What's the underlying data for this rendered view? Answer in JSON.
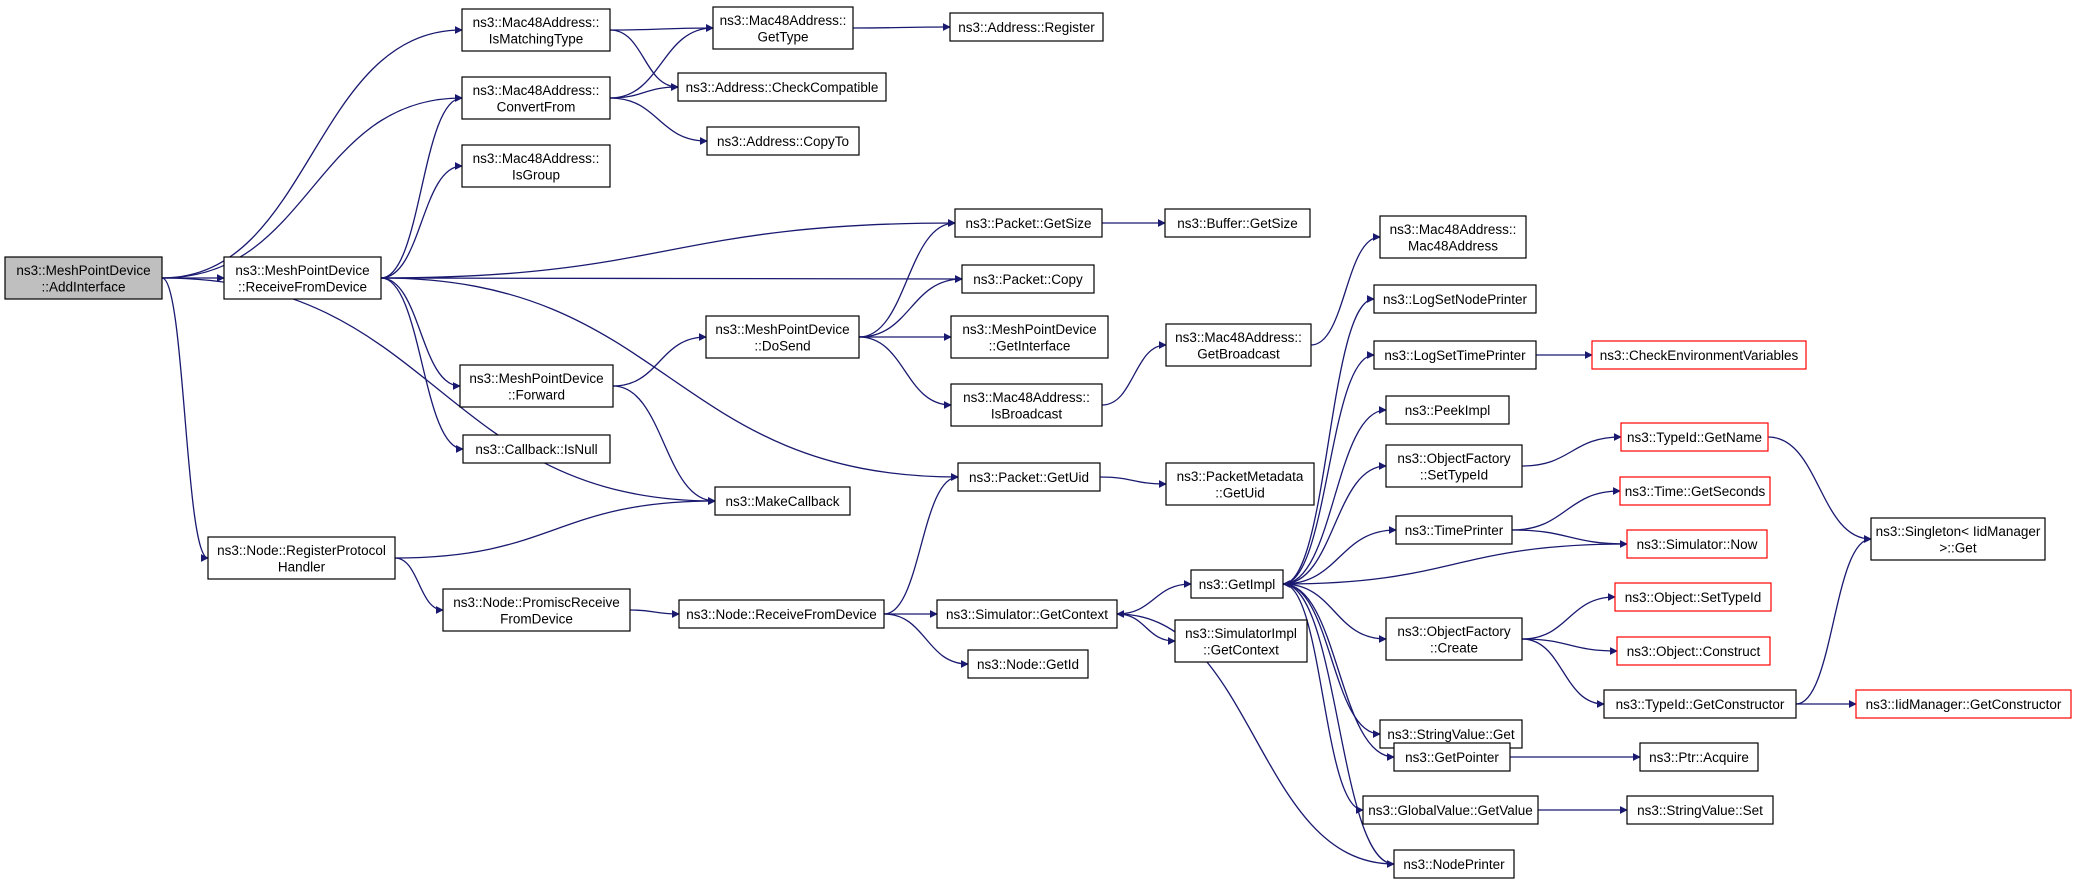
{
  "colors": {
    "edge": "#191970",
    "node_fill": "#ffffff",
    "root_fill": "#bfbfbf",
    "stroke": "#000000",
    "missing": "#ff0000"
  },
  "nodes": [
    {
      "id": "n0",
      "lines": [
        "ns3::MeshPointDevice",
        "::AddInterface"
      ],
      "style": "root"
    },
    {
      "id": "n1",
      "lines": [
        "ns3::Mac48Address::",
        "IsMatchingType"
      ]
    },
    {
      "id": "n2",
      "lines": [
        "ns3::Mac48Address::",
        "ConvertFrom"
      ]
    },
    {
      "id": "n3",
      "lines": [
        "ns3::Mac48Address::",
        "IsGroup"
      ]
    },
    {
      "id": "n4",
      "lines": [
        "ns3::MeshPointDevice",
        "::ReceiveFromDevice"
      ]
    },
    {
      "id": "n5",
      "lines": [
        "ns3::MakeCallback"
      ]
    },
    {
      "id": "n6",
      "lines": [
        "ns3::Node::RegisterProtocol",
        "Handler"
      ]
    },
    {
      "id": "n7",
      "lines": [
        "ns3::Mac48Address::",
        "GetType"
      ]
    },
    {
      "id": "n8",
      "lines": [
        "ns3::Address::CheckCompatible"
      ]
    },
    {
      "id": "n9",
      "lines": [
        "ns3::Address::Register"
      ]
    },
    {
      "id": "n10",
      "lines": [
        "ns3::Address::CopyTo"
      ]
    },
    {
      "id": "n11",
      "lines": [
        "ns3::Packet::GetSize"
      ]
    },
    {
      "id": "n12",
      "lines": [
        "ns3::Packet::Copy"
      ]
    },
    {
      "id": "n13",
      "lines": [
        "ns3::MeshPointDevice",
        "::Forward"
      ]
    },
    {
      "id": "n14",
      "lines": [
        "ns3::Callback::IsNull"
      ]
    },
    {
      "id": "n15",
      "lines": [
        "ns3::Packet::GetUid"
      ]
    },
    {
      "id": "n16",
      "lines": [
        "ns3::Buffer::GetSize"
      ]
    },
    {
      "id": "n17",
      "lines": [
        "ns3::MeshPointDevice",
        "::DoSend"
      ]
    },
    {
      "id": "n18",
      "lines": [
        "ns3::MeshPointDevice",
        "::GetInterface"
      ]
    },
    {
      "id": "n19",
      "lines": [
        "ns3::Mac48Address::",
        "IsBroadcast"
      ]
    },
    {
      "id": "n20",
      "lines": [
        "ns3::Mac48Address::",
        "GetBroadcast"
      ]
    },
    {
      "id": "n21",
      "lines": [
        "ns3::Mac48Address::",
        "Mac48Address"
      ]
    },
    {
      "id": "n22",
      "lines": [
        "ns3::PacketMetadata",
        "::GetUid"
      ]
    },
    {
      "id": "n23",
      "lines": [
        "ns3::Node::PromiscReceive",
        "FromDevice"
      ]
    },
    {
      "id": "n24",
      "lines": [
        "ns3::Node::ReceiveFromDevice"
      ]
    },
    {
      "id": "n25",
      "lines": [
        "ns3::Simulator::GetContext"
      ]
    },
    {
      "id": "n26",
      "lines": [
        "ns3::Node::GetId"
      ]
    },
    {
      "id": "n27",
      "lines": [
        "ns3::GetImpl"
      ]
    },
    {
      "id": "n28",
      "lines": [
        "ns3::SimulatorImpl",
        "::GetContext"
      ]
    },
    {
      "id": "n29",
      "lines": [
        "ns3::LogSetNodePrinter"
      ]
    },
    {
      "id": "n30",
      "lines": [
        "ns3::LogSetTimePrinter"
      ]
    },
    {
      "id": "n31",
      "lines": [
        "ns3::PeekImpl"
      ]
    },
    {
      "id": "n32",
      "lines": [
        "ns3::ObjectFactory",
        "::SetTypeId"
      ]
    },
    {
      "id": "n33",
      "lines": [
        "ns3::TimePrinter"
      ]
    },
    {
      "id": "n34",
      "lines": [
        "ns3::ObjectFactory",
        "::Create"
      ]
    },
    {
      "id": "n35",
      "lines": [
        "ns3::StringValue::Get"
      ]
    },
    {
      "id": "n36",
      "lines": [
        "ns3::GetPointer"
      ]
    },
    {
      "id": "n37",
      "lines": [
        "ns3::GlobalValue::GetValue"
      ]
    },
    {
      "id": "n38",
      "lines": [
        "ns3::NodePrinter"
      ]
    },
    {
      "id": "n39",
      "lines": [
        "ns3::CheckEnvironmentVariables"
      ],
      "style": "missing"
    },
    {
      "id": "n40",
      "lines": [
        "ns3::TypeId::GetName"
      ],
      "style": "missing"
    },
    {
      "id": "n41",
      "lines": [
        "ns3::Time::GetSeconds"
      ],
      "style": "missing"
    },
    {
      "id": "n42",
      "lines": [
        "ns3::Simulator::Now"
      ],
      "style": "missing"
    },
    {
      "id": "n43",
      "lines": [
        "ns3::Object::SetTypeId"
      ],
      "style": "missing"
    },
    {
      "id": "n44",
      "lines": [
        "ns3::Object::Construct"
      ],
      "style": "missing"
    },
    {
      "id": "n45",
      "lines": [
        "ns3::TypeId::GetConstructor"
      ]
    },
    {
      "id": "n46",
      "lines": [
        "ns3::Ptr::Acquire"
      ]
    },
    {
      "id": "n47",
      "lines": [
        "ns3::StringValue::Set"
      ]
    },
    {
      "id": "n48",
      "lines": [
        "ns3::Singleton< IidManager",
        ">::Get"
      ]
    },
    {
      "id": "n49",
      "lines": [
        "ns3::IidManager::GetConstructor"
      ],
      "style": "missing"
    }
  ],
  "edges": [
    [
      "n0",
      "n1"
    ],
    [
      "n0",
      "n2"
    ],
    [
      "n0",
      "n4"
    ],
    [
      "n0",
      "n5"
    ],
    [
      "n0",
      "n6"
    ],
    [
      "n1",
      "n7"
    ],
    [
      "n1",
      "n8"
    ],
    [
      "n2",
      "n7"
    ],
    [
      "n2",
      "n8"
    ],
    [
      "n2",
      "n10"
    ],
    [
      "n7",
      "n9"
    ],
    [
      "n4",
      "n2"
    ],
    [
      "n4",
      "n3"
    ],
    [
      "n4",
      "n11"
    ],
    [
      "n4",
      "n12"
    ],
    [
      "n4",
      "n13"
    ],
    [
      "n4",
      "n14"
    ],
    [
      "n4",
      "n15"
    ],
    [
      "n13",
      "n17"
    ],
    [
      "n13",
      "n5"
    ],
    [
      "n17",
      "n11"
    ],
    [
      "n17",
      "n12"
    ],
    [
      "n17",
      "n18"
    ],
    [
      "n17",
      "n19"
    ],
    [
      "n11",
      "n16"
    ],
    [
      "n19",
      "n20"
    ],
    [
      "n20",
      "n21"
    ],
    [
      "n15",
      "n22"
    ],
    [
      "n6",
      "n5"
    ],
    [
      "n6",
      "n23"
    ],
    [
      "n23",
      "n24"
    ],
    [
      "n24",
      "n15"
    ],
    [
      "n24",
      "n25"
    ],
    [
      "n24",
      "n26"
    ],
    [
      "n25",
      "n27"
    ],
    [
      "n25",
      "n28"
    ],
    [
      "n27",
      "n29"
    ],
    [
      "n27",
      "n30"
    ],
    [
      "n27",
      "n31"
    ],
    [
      "n27",
      "n32"
    ],
    [
      "n27",
      "n33"
    ],
    [
      "n27",
      "n34"
    ],
    [
      "n27",
      "n35"
    ],
    [
      "n27",
      "n36"
    ],
    [
      "n27",
      "n37"
    ],
    [
      "n27",
      "n38"
    ],
    [
      "n30",
      "n39"
    ],
    [
      "n32",
      "n40"
    ],
    [
      "n33",
      "n41"
    ],
    [
      "n33",
      "n42"
    ],
    [
      "n42",
      "n27"
    ],
    [
      "n34",
      "n43"
    ],
    [
      "n34",
      "n44"
    ],
    [
      "n34",
      "n45"
    ],
    [
      "n40",
      "n48"
    ],
    [
      "n45",
      "n48"
    ],
    [
      "n45",
      "n49"
    ],
    [
      "n36",
      "n46"
    ],
    [
      "n37",
      "n47"
    ],
    [
      "n38",
      "n25"
    ]
  ]
}
